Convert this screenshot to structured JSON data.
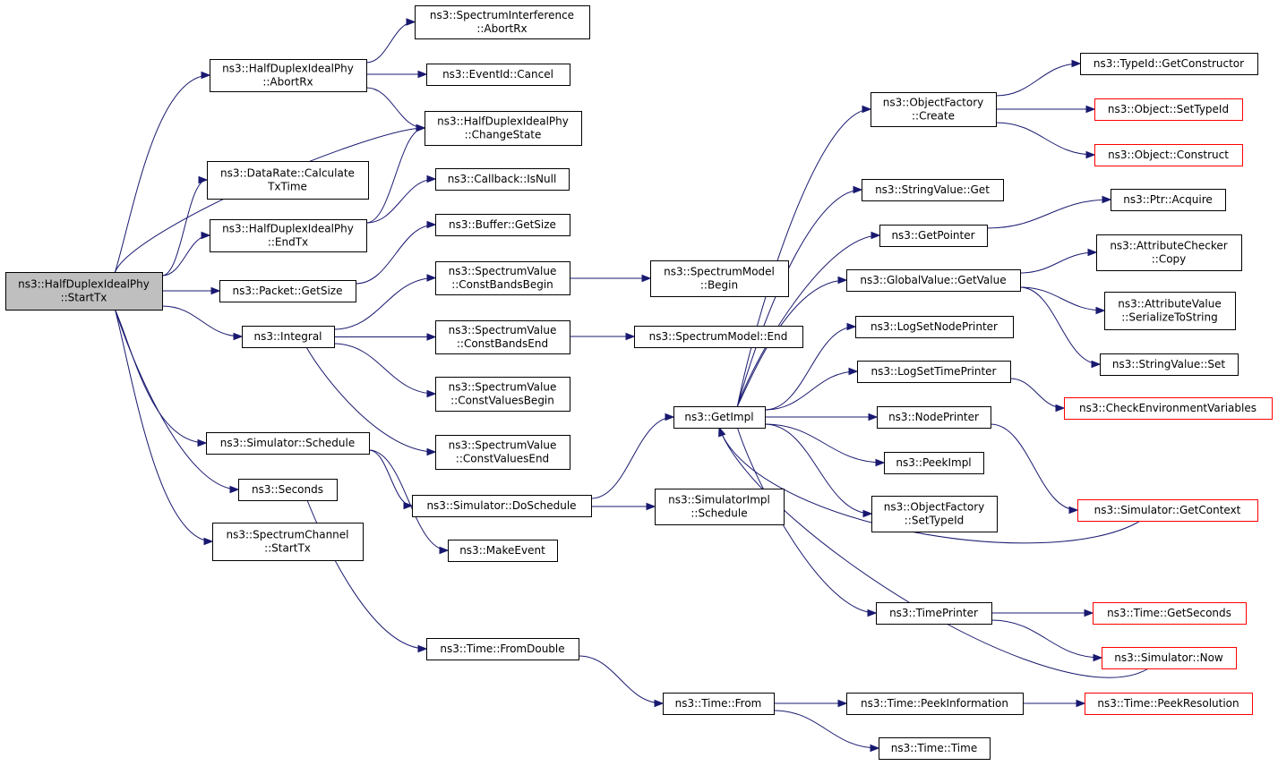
{
  "graph": {
    "nodes": [
      {
        "id": "start",
        "lines": [
          "ns3::HalfDuplexIdealPhy",
          "::StartTx"
        ],
        "style": "root"
      },
      {
        "id": "abortrx",
        "lines": [
          "ns3::HalfDuplexIdealPhy",
          "::AbortRx"
        ]
      },
      {
        "id": "datarate",
        "lines": [
          "ns3::DataRate::Calculate",
          "TxTime"
        ]
      },
      {
        "id": "endtx",
        "lines": [
          "ns3::HalfDuplexIdealPhy",
          "::EndTx"
        ]
      },
      {
        "id": "pktsize",
        "lines": [
          "ns3::Packet::GetSize"
        ]
      },
      {
        "id": "integral",
        "lines": [
          "ns3::Integral"
        ]
      },
      {
        "id": "schedule",
        "lines": [
          "ns3::Simulator::Schedule"
        ]
      },
      {
        "id": "seconds",
        "lines": [
          "ns3::Seconds"
        ]
      },
      {
        "id": "chstarttx",
        "lines": [
          "ns3::SpectrumChannel",
          "::StartTx"
        ]
      },
      {
        "id": "siabort",
        "lines": [
          "ns3::SpectrumInterference",
          "::AbortRx"
        ]
      },
      {
        "id": "evcancel",
        "lines": [
          "ns3::EventId::Cancel"
        ]
      },
      {
        "id": "chstate",
        "lines": [
          "ns3::HalfDuplexIdealPhy",
          "::ChangeState"
        ]
      },
      {
        "id": "cbnull",
        "lines": [
          "ns3::Callback::IsNull"
        ]
      },
      {
        "id": "bufsize",
        "lines": [
          "ns3::Buffer::GetSize"
        ]
      },
      {
        "id": "cbb",
        "lines": [
          "ns3::SpectrumValue",
          "::ConstBandsBegin"
        ]
      },
      {
        "id": "cbe",
        "lines": [
          "ns3::SpectrumValue",
          "::ConstBandsEnd"
        ]
      },
      {
        "id": "cvb",
        "lines": [
          "ns3::SpectrumValue",
          "::ConstValuesBegin"
        ]
      },
      {
        "id": "cve",
        "lines": [
          "ns3::SpectrumValue",
          "::ConstValuesEnd"
        ]
      },
      {
        "id": "dosched",
        "lines": [
          "ns3::Simulator::DoSchedule"
        ]
      },
      {
        "id": "makeevent",
        "lines": [
          "ns3::MakeEvent"
        ]
      },
      {
        "id": "fromdouble",
        "lines": [
          "ns3::Time::FromDouble"
        ]
      },
      {
        "id": "smbegin",
        "lines": [
          "ns3::SpectrumModel",
          "::Begin"
        ]
      },
      {
        "id": "smend",
        "lines": [
          "ns3::SpectrumModel::End"
        ]
      },
      {
        "id": "getimpl",
        "lines": [
          "ns3::GetImpl"
        ]
      },
      {
        "id": "simimpl",
        "lines": [
          "ns3::SimulatorImpl",
          "::Schedule"
        ]
      },
      {
        "id": "timefrom",
        "lines": [
          "ns3::Time::From"
        ]
      },
      {
        "id": "ofcreate",
        "lines": [
          "ns3::ObjectFactory",
          "::Create"
        ]
      },
      {
        "id": "svget",
        "lines": [
          "ns3::StringValue::Get"
        ]
      },
      {
        "id": "getptr",
        "lines": [
          "ns3::GetPointer"
        ]
      },
      {
        "id": "gvget",
        "lines": [
          "ns3::GlobalValue::GetValue"
        ]
      },
      {
        "id": "lsnp",
        "lines": [
          "ns3::LogSetNodePrinter"
        ]
      },
      {
        "id": "lstp",
        "lines": [
          "ns3::LogSetTimePrinter"
        ]
      },
      {
        "id": "nodeprinter",
        "lines": [
          "ns3::NodePrinter"
        ]
      },
      {
        "id": "peekimpl",
        "lines": [
          "ns3::PeekImpl"
        ]
      },
      {
        "id": "ofset",
        "lines": [
          "ns3::ObjectFactory",
          "::SetTypeId"
        ]
      },
      {
        "id": "timeprinter",
        "lines": [
          "ns3::TimePrinter"
        ]
      },
      {
        "id": "peekinfo",
        "lines": [
          "ns3::Time::PeekInformation"
        ]
      },
      {
        "id": "timetime",
        "lines": [
          "ns3::Time::Time"
        ]
      },
      {
        "id": "gctor",
        "lines": [
          "ns3::TypeId::GetConstructor"
        ]
      },
      {
        "id": "objset",
        "lines": [
          "ns3::Object::SetTypeId"
        ],
        "style": "red"
      },
      {
        "id": "objcon",
        "lines": [
          "ns3::Object::Construct"
        ],
        "style": "red"
      },
      {
        "id": "ptracq",
        "lines": [
          "ns3::Ptr::Acquire"
        ]
      },
      {
        "id": "acopy",
        "lines": [
          "ns3::AttributeChecker",
          "::Copy"
        ]
      },
      {
        "id": "avser",
        "lines": [
          "ns3::AttributeValue",
          "::SerializeToString"
        ]
      },
      {
        "id": "svset",
        "lines": [
          "ns3::StringValue::Set"
        ]
      },
      {
        "id": "checkenv",
        "lines": [
          "ns3::CheckEnvironmentVariables"
        ],
        "style": "red"
      },
      {
        "id": "getctx",
        "lines": [
          "ns3::Simulator::GetContext"
        ],
        "style": "red"
      },
      {
        "id": "getsecs",
        "lines": [
          "ns3::Time::GetSeconds"
        ],
        "style": "red"
      },
      {
        "id": "simnow",
        "lines": [
          "ns3::Simulator::Now"
        ],
        "style": "red"
      },
      {
        "id": "peekres",
        "lines": [
          "ns3::Time::PeekResolution"
        ],
        "style": "red"
      }
    ],
    "edges": [
      [
        "start",
        "abortrx"
      ],
      [
        "start",
        "chstate"
      ],
      [
        "start",
        "datarate"
      ],
      [
        "start",
        "endtx"
      ],
      [
        "start",
        "pktsize"
      ],
      [
        "start",
        "integral"
      ],
      [
        "start",
        "schedule"
      ],
      [
        "start",
        "seconds"
      ],
      [
        "start",
        "chstarttx"
      ],
      [
        "abortrx",
        "siabort"
      ],
      [
        "abortrx",
        "evcancel"
      ],
      [
        "abortrx",
        "chstate"
      ],
      [
        "endtx",
        "chstate"
      ],
      [
        "endtx",
        "cbnull"
      ],
      [
        "pktsize",
        "bufsize"
      ],
      [
        "integral",
        "cbb"
      ],
      [
        "integral",
        "cbe"
      ],
      [
        "integral",
        "cvb"
      ],
      [
        "integral",
        "cve"
      ],
      [
        "cbb",
        "smbegin"
      ],
      [
        "cbe",
        "smend"
      ],
      [
        "schedule",
        "dosched"
      ],
      [
        "schedule",
        "makeevent"
      ],
      [
        "seconds",
        "fromdouble"
      ],
      [
        "dosched",
        "getimpl"
      ],
      [
        "dosched",
        "simimpl"
      ],
      [
        "fromdouble",
        "timefrom"
      ],
      [
        "timefrom",
        "peekinfo"
      ],
      [
        "timefrom",
        "timetime"
      ],
      [
        "peekinfo",
        "peekres"
      ],
      [
        "getimpl",
        "ofcreate"
      ],
      [
        "getimpl",
        "svget"
      ],
      [
        "getimpl",
        "getptr"
      ],
      [
        "getimpl",
        "gvget"
      ],
      [
        "getimpl",
        "lsnp"
      ],
      [
        "getimpl",
        "lstp"
      ],
      [
        "getimpl",
        "nodeprinter"
      ],
      [
        "getimpl",
        "peekimpl"
      ],
      [
        "getimpl",
        "ofset"
      ],
      [
        "getimpl",
        "timeprinter"
      ],
      [
        "ofcreate",
        "gctor"
      ],
      [
        "ofcreate",
        "objset"
      ],
      [
        "ofcreate",
        "objcon"
      ],
      [
        "getptr",
        "ptracq"
      ],
      [
        "gvget",
        "acopy"
      ],
      [
        "gvget",
        "avser"
      ],
      [
        "gvget",
        "svset"
      ],
      [
        "lstp",
        "checkenv"
      ],
      [
        "nodeprinter",
        "getctx"
      ],
      [
        "getctx",
        "getimpl"
      ],
      [
        "timeprinter",
        "getsecs"
      ],
      [
        "timeprinter",
        "simnow"
      ],
      [
        "simnow",
        "getimpl"
      ]
    ]
  }
}
